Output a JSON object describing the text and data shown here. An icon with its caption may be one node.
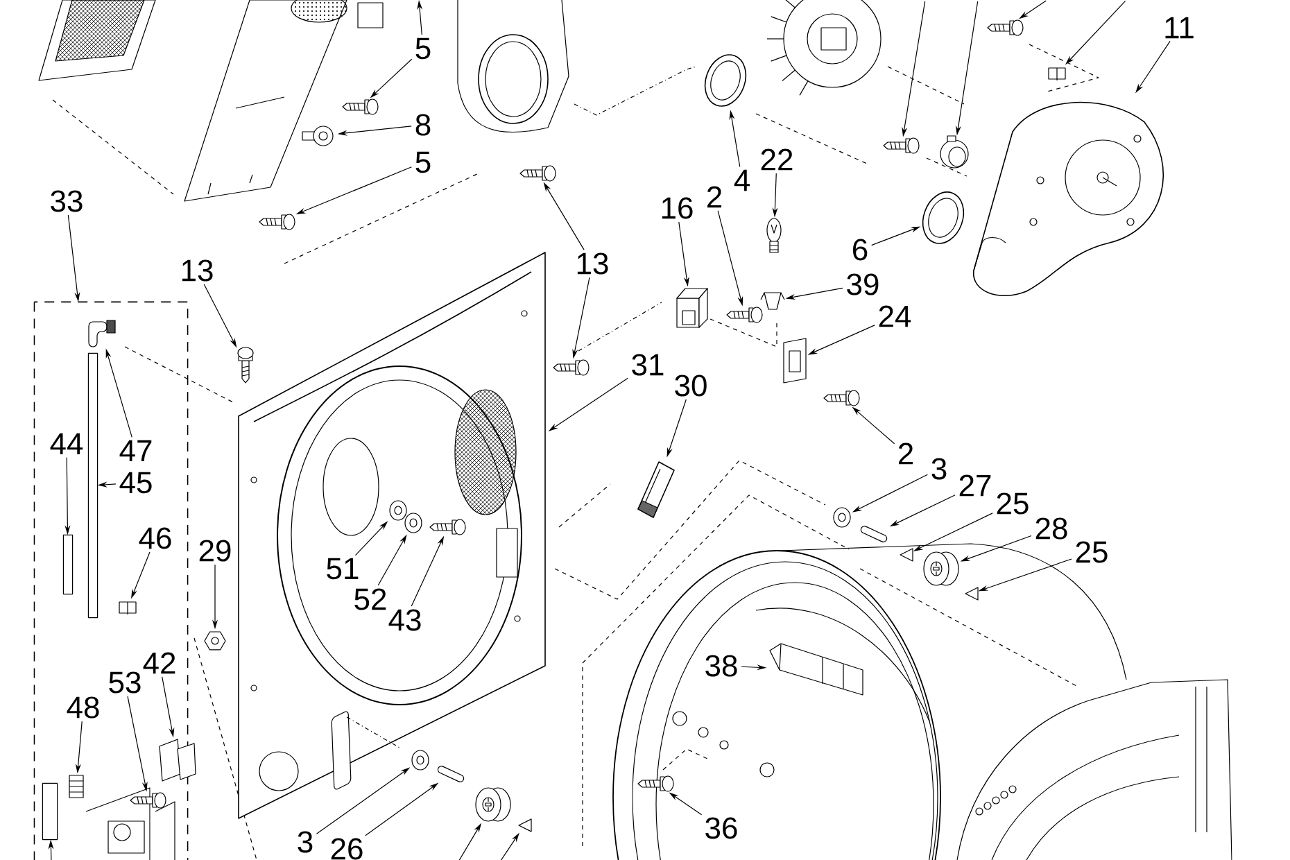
{
  "diagram": {
    "nodes": [
      {
        "text": [
          "5"
        ]
      },
      {
        "text": [
          "8"
        ]
      },
      {
        "text": [
          "5"
        ]
      },
      {
        "text": [
          "11"
        ]
      },
      {
        "text": [
          "33"
        ]
      },
      {
        "text": [],
        "shape": "box"
      },
      {
        "text": [
          "13"
        ]
      },
      {
        "text": [
          "16"
        ]
      },
      {
        "text": [
          "2"
        ]
      },
      {
        "text": [
          "4"
        ]
      },
      {
        "text": [
          "22"
        ]
      },
      {
        "text": [
          "6"
        ]
      },
      {
        "text": [
          "39"
        ]
      },
      {
        "text": [
          "24"
        ]
      },
      {
        "text": [
          "13"
        ]
      },
      {
        "text": [],
        "shape": "picture"
      },
      {
        "text": [
          "31"
        ]
      },
      {
        "text": [
          "30"
        ]
      },
      {
        "text": [
          "2"
        ]
      },
      {
        "text": [
          "3"
        ]
      },
      {
        "text": [
          "27"
        ]
      },
      {
        "text": [
          "25"
        ]
      },
      {
        "text": [
          "28"
        ]
      },
      {
        "text": [
          "25"
        ]
      },
      {
        "text": [
          "47"
        ],
        "in": 5
      },
      {
        "text": [
          "44"
        ],
        "in": 5
      },
      {
        "text": [
          "45"
        ],
        "in": 5
      },
      {
        "text": [
          "46"
        ],
        "in": 5
      },
      {
        "text": [
          "29"
        ]
      },
      {
        "text": [
          "51"
        ],
        "in": 15
      },
      {
        "text": [
          "52"
        ],
        "in": 15
      },
      {
        "text": [
          "43"
        ],
        "in": 15
      },
      {
        "text": [
          "38"
        ]
      },
      {
        "text": [
          "42"
        ],
        "in": 5
      },
      {
        "text": [
          "53"
        ],
        "in": 5
      },
      {
        "text": [
          "48"
        ],
        "in": 5
      },
      {
        "text": [
          "36"
        ]
      },
      {
        "text": [
          "3"
        ]
      },
      {
        "text": [
          "26"
        ]
      },
      {
        "text": [],
        "shape": "picture"
      },
      {
        "text": [],
        "shape": "picture"
      },
      {
        "text": [],
        "shape": "picture"
      },
      {
        "text": [],
        "shape": "picture"
      },
      {
        "text": [],
        "shape": "picture"
      },
      {
        "text": [],
        "shape": "picture"
      },
      {
        "text": [],
        "shape": "picture"
      },
      {
        "text": [],
        "shape": "picture"
      },
      {
        "text": [],
        "shape": "picture"
      },
      {
        "text": [],
        "shape": "picture"
      },
      {
        "text": [],
        "shape": "picture"
      },
      {
        "text": [],
        "shape": "picture"
      },
      {
        "text": [],
        "shape": "picture"
      },
      {
        "text": [],
        "shape": "picture"
      },
      {
        "text": [],
        "shape": "picture"
      },
      {
        "text": [],
        "shape": "picture"
      },
      {
        "text": [],
        "shape": "picture"
      },
      {
        "text": [],
        "shape": "picture"
      },
      {
        "text": [],
        "shape": "picture"
      },
      {
        "text": [],
        "shape": "picture"
      },
      {
        "text": [],
        "shape": "picture"
      },
      {
        "text": [],
        "shape": "picture",
        "in": 5
      },
      {
        "text": [],
        "shape": "box",
        "in": 5
      },
      {
        "text": [],
        "shape": "box",
        "in": 5
      },
      {
        "text": [],
        "shape": "picture",
        "in": 5
      },
      {
        "text": [],
        "shape": "picture"
      },
      {
        "text": [],
        "shape": "picture",
        "in": 15
      },
      {
        "text": [],
        "shape": "picture",
        "in": 15
      },
      {
        "text": [],
        "shape": "picture",
        "in": 15
      },
      {
        "text": [],
        "shape": "picture"
      },
      {
        "text": [],
        "shape": "picture",
        "in": 5
      },
      {
        "text": [],
        "shape": "picture",
        "in": 5
      },
      {
        "text": [],
        "shape": "picture",
        "in": 5
      },
      {
        "text": [],
        "shape": "box",
        "in": 5
      },
      {
        "text": [],
        "shape": "picture"
      },
      {
        "text": [],
        "shape": "picture"
      },
      {
        "text": [],
        "shape": "picture"
      },
      {
        "text": [],
        "shape": "picture"
      },
      {
        "text": [],
        "shape": "picture"
      },
      {
        "text": [],
        "shape": "picture"
      },
      {
        "text": [],
        "shape": "picture"
      },
      {
        "text": [],
        "shape": "picture"
      },
      {
        "text": [],
        "shape": "picture"
      }
    ],
    "edges": [
      {
        "from": 0,
        "to": 39,
        "arrow": "to"
      },
      {
        "from": 0,
        "to": null,
        "arrow": "to"
      },
      {
        "from": 1,
        "to": 40,
        "arrow": "to"
      },
      {
        "from": 2,
        "to": 41,
        "arrow": "to"
      },
      {
        "from": 3,
        "to": 42,
        "arrow": "to"
      },
      {
        "from": 4,
        "to": 5,
        "arrow": "to"
      },
      {
        "from": 6,
        "to": 43,
        "arrow": "to"
      },
      {
        "from": 7,
        "to": 44,
        "arrow": "to"
      },
      {
        "from": 8,
        "to": 45,
        "arrow": "to"
      },
      {
        "from": 9,
        "to": 46,
        "arrow": "to"
      },
      {
        "from": 10,
        "to": 47,
        "arrow": "to"
      },
      {
        "from": 11,
        "to": 48,
        "arrow": "to"
      },
      {
        "from": 12,
        "to": 49,
        "arrow": "to"
      },
      {
        "from": 13,
        "to": 50,
        "arrow": "to"
      },
      {
        "from": 14,
        "to": 51,
        "arrow": "to"
      },
      {
        "from": 14,
        "to": 52,
        "arrow": "to"
      },
      {
        "from": 16,
        "to": 15,
        "arrow": "to"
      },
      {
        "from": 17,
        "to": 53,
        "arrow": "to"
      },
      {
        "from": 18,
        "to": 54,
        "arrow": "to"
      },
      {
        "from": 19,
        "to": 55,
        "arrow": "to"
      },
      {
        "from": 20,
        "to": 56,
        "arrow": "to"
      },
      {
        "from": 21,
        "to": 57,
        "arrow": "to"
      },
      {
        "from": 22,
        "to": 58,
        "arrow": "to"
      },
      {
        "from": 23,
        "to": 59,
        "arrow": "to"
      },
      {
        "from": 24,
        "to": 60,
        "arrow": "to"
      },
      {
        "from": 25,
        "to": 61,
        "arrow": "to"
      },
      {
        "from": 26,
        "to": 62,
        "arrow": "to"
      },
      {
        "from": 27,
        "to": 63,
        "arrow": "to"
      },
      {
        "from": 28,
        "to": 64,
        "arrow": "to"
      },
      {
        "from": 29,
        "to": 65,
        "arrow": "to"
      },
      {
        "from": 30,
        "to": 66,
        "arrow": "to"
      },
      {
        "from": 31,
        "to": 67,
        "arrow": "to"
      },
      {
        "from": 32,
        "to": 68,
        "arrow": "to"
      },
      {
        "from": 33,
        "to": 69,
        "arrow": "to"
      },
      {
        "from": 34,
        "to": 70,
        "arrow": "to"
      },
      {
        "from": 35,
        "to": 71,
        "arrow": "to"
      },
      {
        "from": 36,
        "to": 73,
        "arrow": "to"
      },
      {
        "from": 37,
        "to": 74,
        "arrow": "to"
      },
      {
        "from": 38,
        "to": 75,
        "arrow": "to"
      },
      {
        "from": null,
        "to": 76,
        "arrow": "to"
      },
      {
        "from": null,
        "to": 77,
        "arrow": "to"
      },
      {
        "from": null,
        "to": 78,
        "arrow": "to"
      },
      {
        "from": null,
        "to": 79,
        "arrow": "to"
      },
      {
        "from": null,
        "to": 80,
        "arrow": "to"
      },
      {
        "from": null,
        "to": 81,
        "arrow": "to"
      },
      {
        "from": null,
        "to": 72,
        "arrow": "to"
      }
    ]
  }
}
